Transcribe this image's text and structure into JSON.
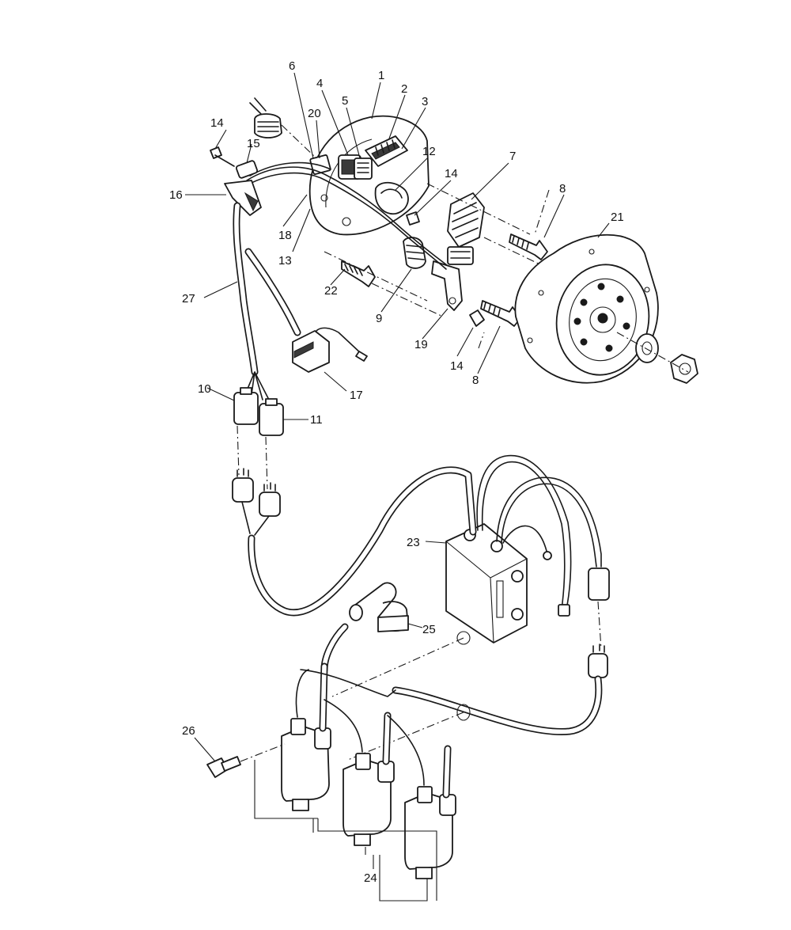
{
  "labels": {
    "l1": "1",
    "l2": "2",
    "l3": "3",
    "l4": "4",
    "l5": "5",
    "l6": "6",
    "l7": "7",
    "l8a": "8",
    "l8b": "8",
    "l9": "9",
    "l10": "10",
    "l11": "11",
    "l12": "12",
    "l13": "13",
    "l14a": "14",
    "l14b": "14",
    "l14c": "14",
    "l15": "15",
    "l16": "16",
    "l17": "17",
    "l18": "18",
    "l19": "19",
    "l20": "20",
    "l21": "21",
    "l22": "22",
    "l23": "23",
    "l24": "24",
    "l25": "25",
    "l26": "26",
    "l27": "27"
  }
}
